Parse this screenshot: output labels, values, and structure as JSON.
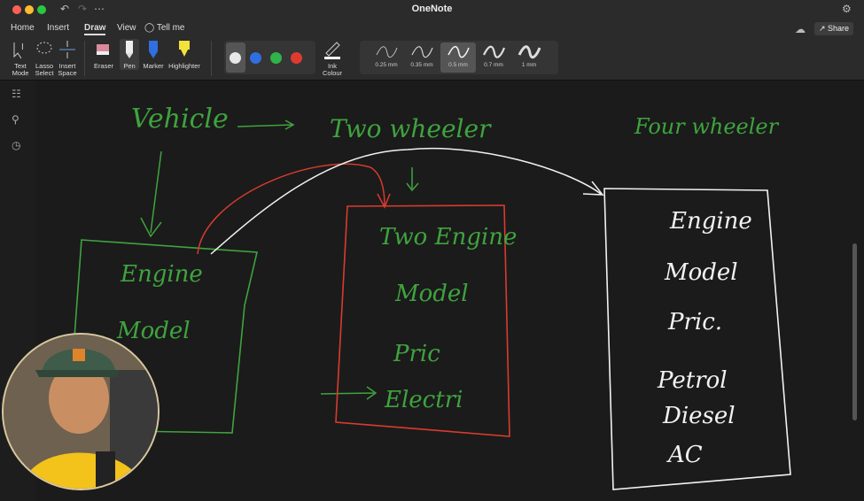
{
  "app": {
    "title": "OneNote"
  },
  "tabs": [
    "Home",
    "Insert",
    "Draw",
    "View"
  ],
  "tell_me": "Tell me",
  "share_label": "Share",
  "ribbon": {
    "text_mode": "Text Mode",
    "lasso": "Lasso Select",
    "insert_space": "Insert Space",
    "eraser": "Eraser",
    "pen": "Pen",
    "marker": "Marker",
    "highlighter": "Highlighter",
    "ink_colour": "Ink Colour",
    "pen_colors": [
      "#e8e8e8",
      "#2f6fe0",
      "#2fb34a",
      "#e03a2f"
    ],
    "thickness": [
      "0.25 mm",
      "0.35 mm",
      "0.5 mm",
      "0.7 mm",
      "1 mm"
    ],
    "selected_thickness": "0.5 mm"
  },
  "ink": {
    "vehicle": "Vehicle",
    "two_wheeler": "Two wheeler",
    "four_wheeler": "Four wheeler",
    "vehicle_box": [
      "Engine",
      "Model"
    ],
    "two_box": [
      "Two Engine",
      "Model",
      "Pric",
      "Electri"
    ],
    "four_box": [
      "Engine",
      "Model",
      "Pric.",
      "Petrol",
      "Diesel",
      "AC"
    ]
  },
  "colors": {
    "green_ink": "#3fa33f",
    "red_ink": "#d93b2f",
    "white_ink": "#f2f2f2"
  },
  "icons": [
    "undo-icon",
    "redo-icon",
    "more-icon",
    "bell-icon",
    "cloud-icon",
    "share-icon",
    "library-icon",
    "search-icon",
    "history-icon"
  ]
}
